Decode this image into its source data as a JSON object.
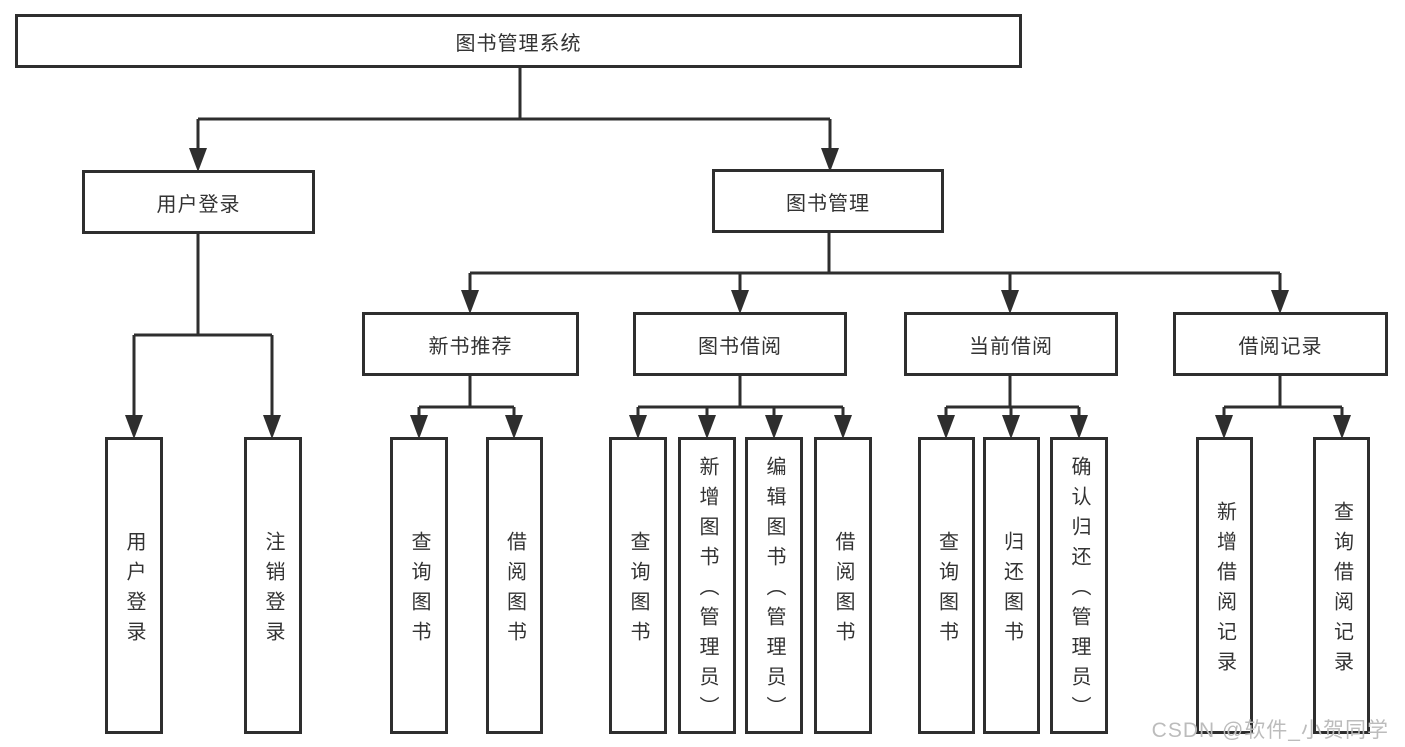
{
  "diagram": {
    "root": {
      "label": "图书管理系统"
    },
    "branches": [
      {
        "label": "用户登录",
        "children": [
          {
            "label": "用户登录"
          },
          {
            "label": "注销登录"
          }
        ]
      },
      {
        "label": "图书管理",
        "children": [
          {
            "label": "新书推荐",
            "children": [
              {
                "label": "查询图书"
              },
              {
                "label": "借阅图书"
              }
            ]
          },
          {
            "label": "图书借阅",
            "children": [
              {
                "label": "查询图书"
              },
              {
                "label": "新增图书（管理员）"
              },
              {
                "label": "编辑图书（管理员）"
              },
              {
                "label": "借阅图书"
              }
            ]
          },
          {
            "label": "当前借阅",
            "children": [
              {
                "label": "查询图书"
              },
              {
                "label": "归还图书"
              },
              {
                "label": "确认归还（管理员）"
              }
            ]
          },
          {
            "label": "借阅记录",
            "children": [
              {
                "label": "新增借阅记录"
              },
              {
                "label": "查询借阅记录"
              }
            ]
          }
        ]
      }
    ]
  },
  "watermark": "CSDN @软件_小贺同学",
  "colors": {
    "line": "#2e2e2e",
    "box_border": "#2e2e2e",
    "text": "#333333",
    "watermark": "#bcbcbc",
    "background": "#ffffff"
  }
}
